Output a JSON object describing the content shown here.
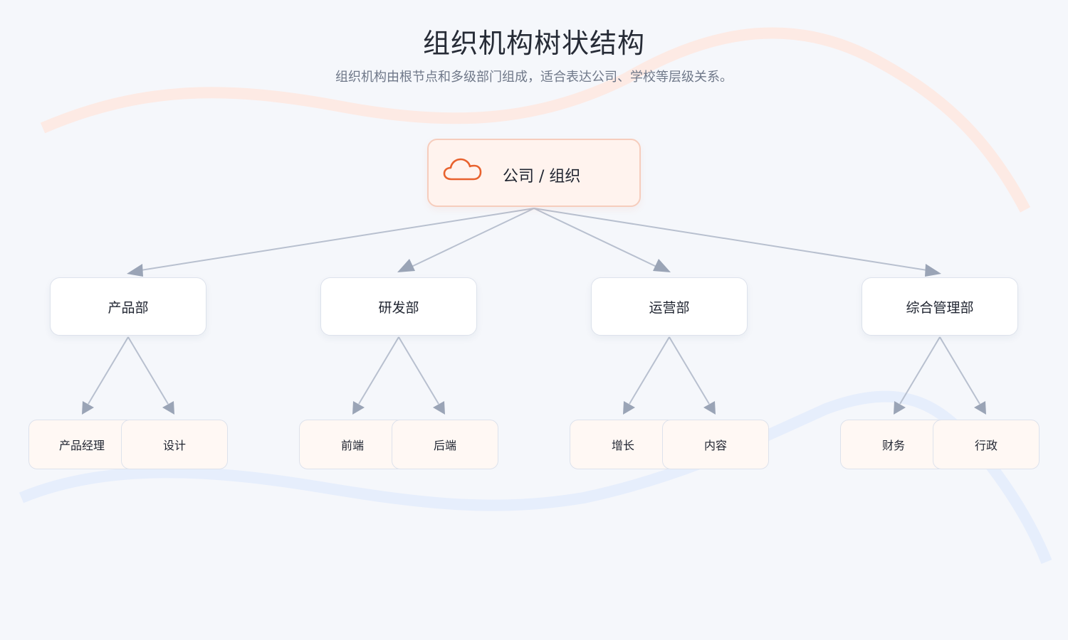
{
  "title": "组织机构树状结构",
  "subtitle": "组织机构由根节点和多级部门组成，适合表达公司、学校等层级关系。",
  "colors": {
    "accent": "#e8622e",
    "edge": "#b8c0cf",
    "arrow": "#9aa4b6",
    "wave_top": "#fdeae4",
    "wave_bottom": "#e6eefc"
  },
  "root": {
    "label": "公司 / 组织",
    "icon": "cloud-icon"
  },
  "departments": [
    {
      "label": "产品部",
      "teams": [
        "产品经理",
        "设计"
      ]
    },
    {
      "label": "研发部",
      "teams": [
        "前端",
        "后端"
      ]
    },
    {
      "label": "运营部",
      "teams": [
        "增长",
        "内容"
      ]
    },
    {
      "label": "综合管理部",
      "teams": [
        "财务",
        "行政"
      ]
    }
  ]
}
